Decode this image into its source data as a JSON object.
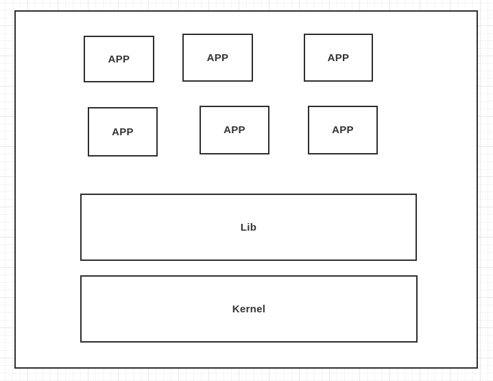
{
  "diagram": {
    "description": "Operating system architecture diagram: applications on top of a library layer on top of the kernel",
    "app_boxes": [
      {
        "label": "APP"
      },
      {
        "label": "APP"
      },
      {
        "label": "APP"
      },
      {
        "label": "APP"
      },
      {
        "label": "APP"
      },
      {
        "label": "APP"
      }
    ],
    "layers": {
      "lib": {
        "label": "Lib"
      },
      "kernel": {
        "label": "Kernel"
      }
    }
  },
  "colors": {
    "border": "#2d2d2d",
    "text": "#333333",
    "fill": "#ffffff",
    "grid_minor": "#f4f4f4",
    "grid_major": "#e8e8e8"
  }
}
